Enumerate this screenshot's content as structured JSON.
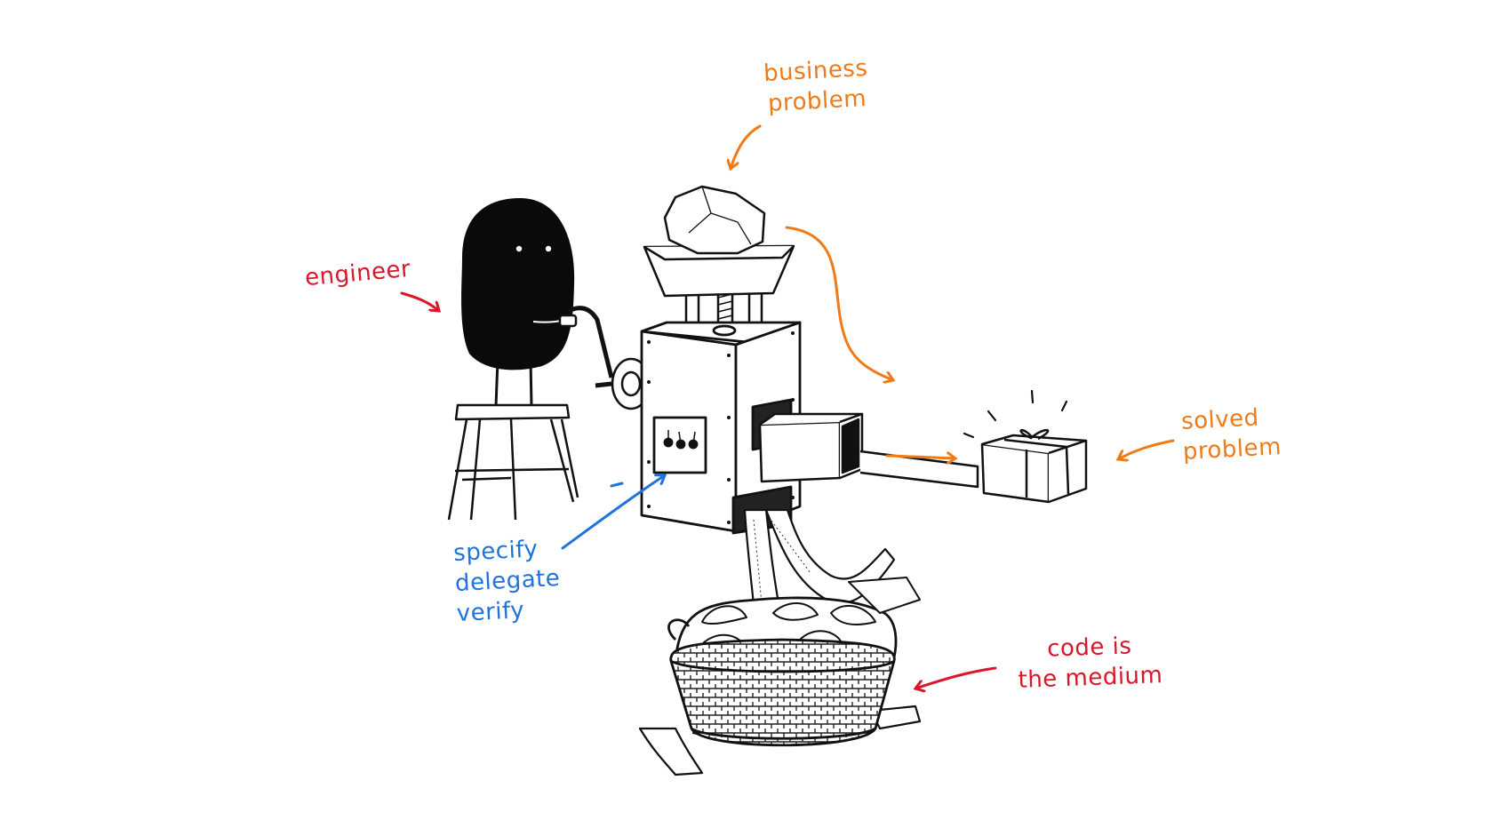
{
  "labels": {
    "business_problem": [
      "business",
      "problem"
    ],
    "engineer": "engineer",
    "solved_problem": [
      "solved",
      "problem"
    ],
    "specify_delegate_verify": [
      "specify",
      "delegate",
      "verify"
    ],
    "code_is_the_medium": [
      "code is",
      "the medium"
    ]
  },
  "colors": {
    "orange": "#f07a17",
    "red": "#d8182a",
    "blue": "#1f73e0",
    "ink": "#111111",
    "background": "#ffffff"
  },
  "icons": [
    "rock",
    "hopper",
    "machine-box",
    "crank",
    "stool",
    "gift-box",
    "basket",
    "paper-tape",
    "engineer-blob"
  ]
}
